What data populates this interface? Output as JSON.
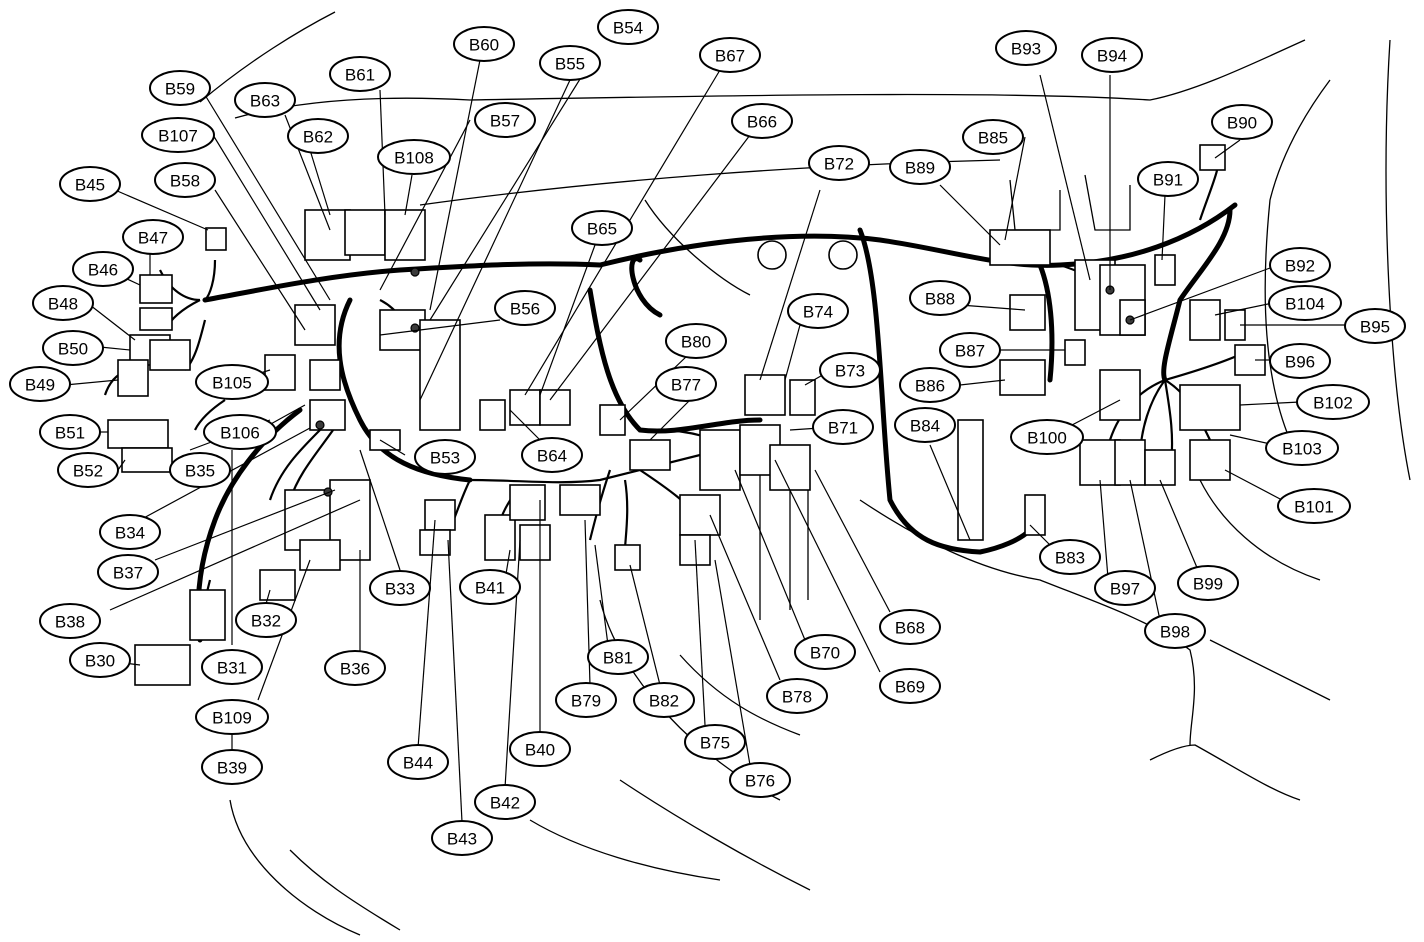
{
  "labels": [
    "B30",
    "B31",
    "B32",
    "B33",
    "B34",
    "B35",
    "B36",
    "B37",
    "B38",
    "B39",
    "B40",
    "B41",
    "B42",
    "B43",
    "B44",
    "B45",
    "B46",
    "B47",
    "B48",
    "B49",
    "B50",
    "B51",
    "B52",
    "B53",
    "B54",
    "B55",
    "B56",
    "B57",
    "B58",
    "B59",
    "B60",
    "B61",
    "B62",
    "B63",
    "B64",
    "B65",
    "B66",
    "B67",
    "B68",
    "B69",
    "B70",
    "B71",
    "B72",
    "B73",
    "B74",
    "B75",
    "B76",
    "B77",
    "B78",
    "B79",
    "B80",
    "B81",
    "B82",
    "B83",
    "B84",
    "B85",
    "B86",
    "B87",
    "B88",
    "B89",
    "B90",
    "B91",
    "B92",
    "B93",
    "B94",
    "B95",
    "B96",
    "B97",
    "B98",
    "B99",
    "B100",
    "B101",
    "B102",
    "B103",
    "B104",
    "B105",
    "B106",
    "B107",
    "B108",
    "B109"
  ]
}
